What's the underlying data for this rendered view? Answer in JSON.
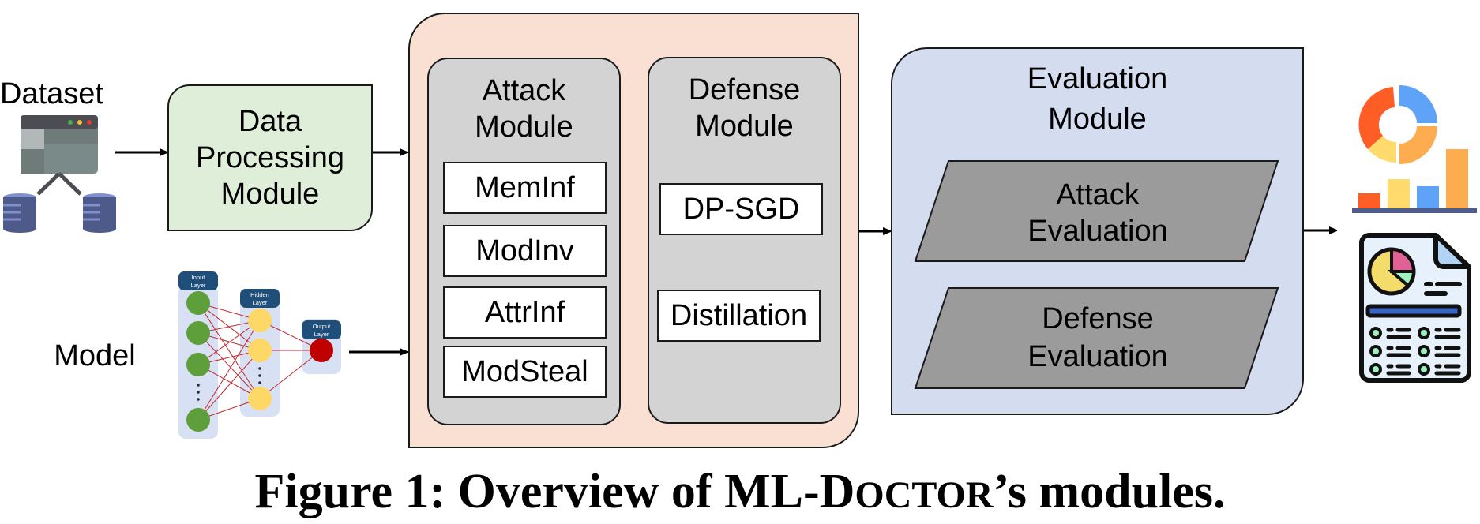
{
  "inputs": {
    "dataset_label": "Dataset",
    "model_label": "Model",
    "nn_layers": {
      "input": [
        "Input",
        "Layer"
      ],
      "hidden": [
        "Hidden",
        "Layer"
      ],
      "output": [
        "Output",
        "Layer"
      ]
    }
  },
  "data_processing": {
    "lines": [
      "Data",
      "Processing",
      "Module"
    ],
    "color": "#dfeed8"
  },
  "core": {
    "color": "#fae0d3",
    "attack_module": {
      "title": [
        "Attack",
        "Module"
      ],
      "items": [
        "MemInf",
        "ModInv",
        "AttrInf",
        "ModSteal"
      ]
    },
    "defense_module": {
      "title": [
        "Defense",
        "Module"
      ],
      "items": [
        "DP-SGD",
        "Distillation"
      ]
    },
    "inner_color": "#d3d3d3"
  },
  "evaluation": {
    "title": [
      "Evaluation",
      "Module"
    ],
    "color": "#d4ddf0",
    "items": [
      [
        "Attack",
        "Evaluation"
      ],
      [
        "Defense",
        "Evaluation"
      ]
    ],
    "item_color": "#9b9b9b"
  },
  "outputs": {
    "icons": [
      "chart-icon",
      "report-icon"
    ]
  },
  "caption": {
    "prefix": "Figure 1: Overview of ML-",
    "smallcaps_first": "D",
    "smallcaps_rest": "OCTOR",
    "suffix": "’s modules."
  }
}
